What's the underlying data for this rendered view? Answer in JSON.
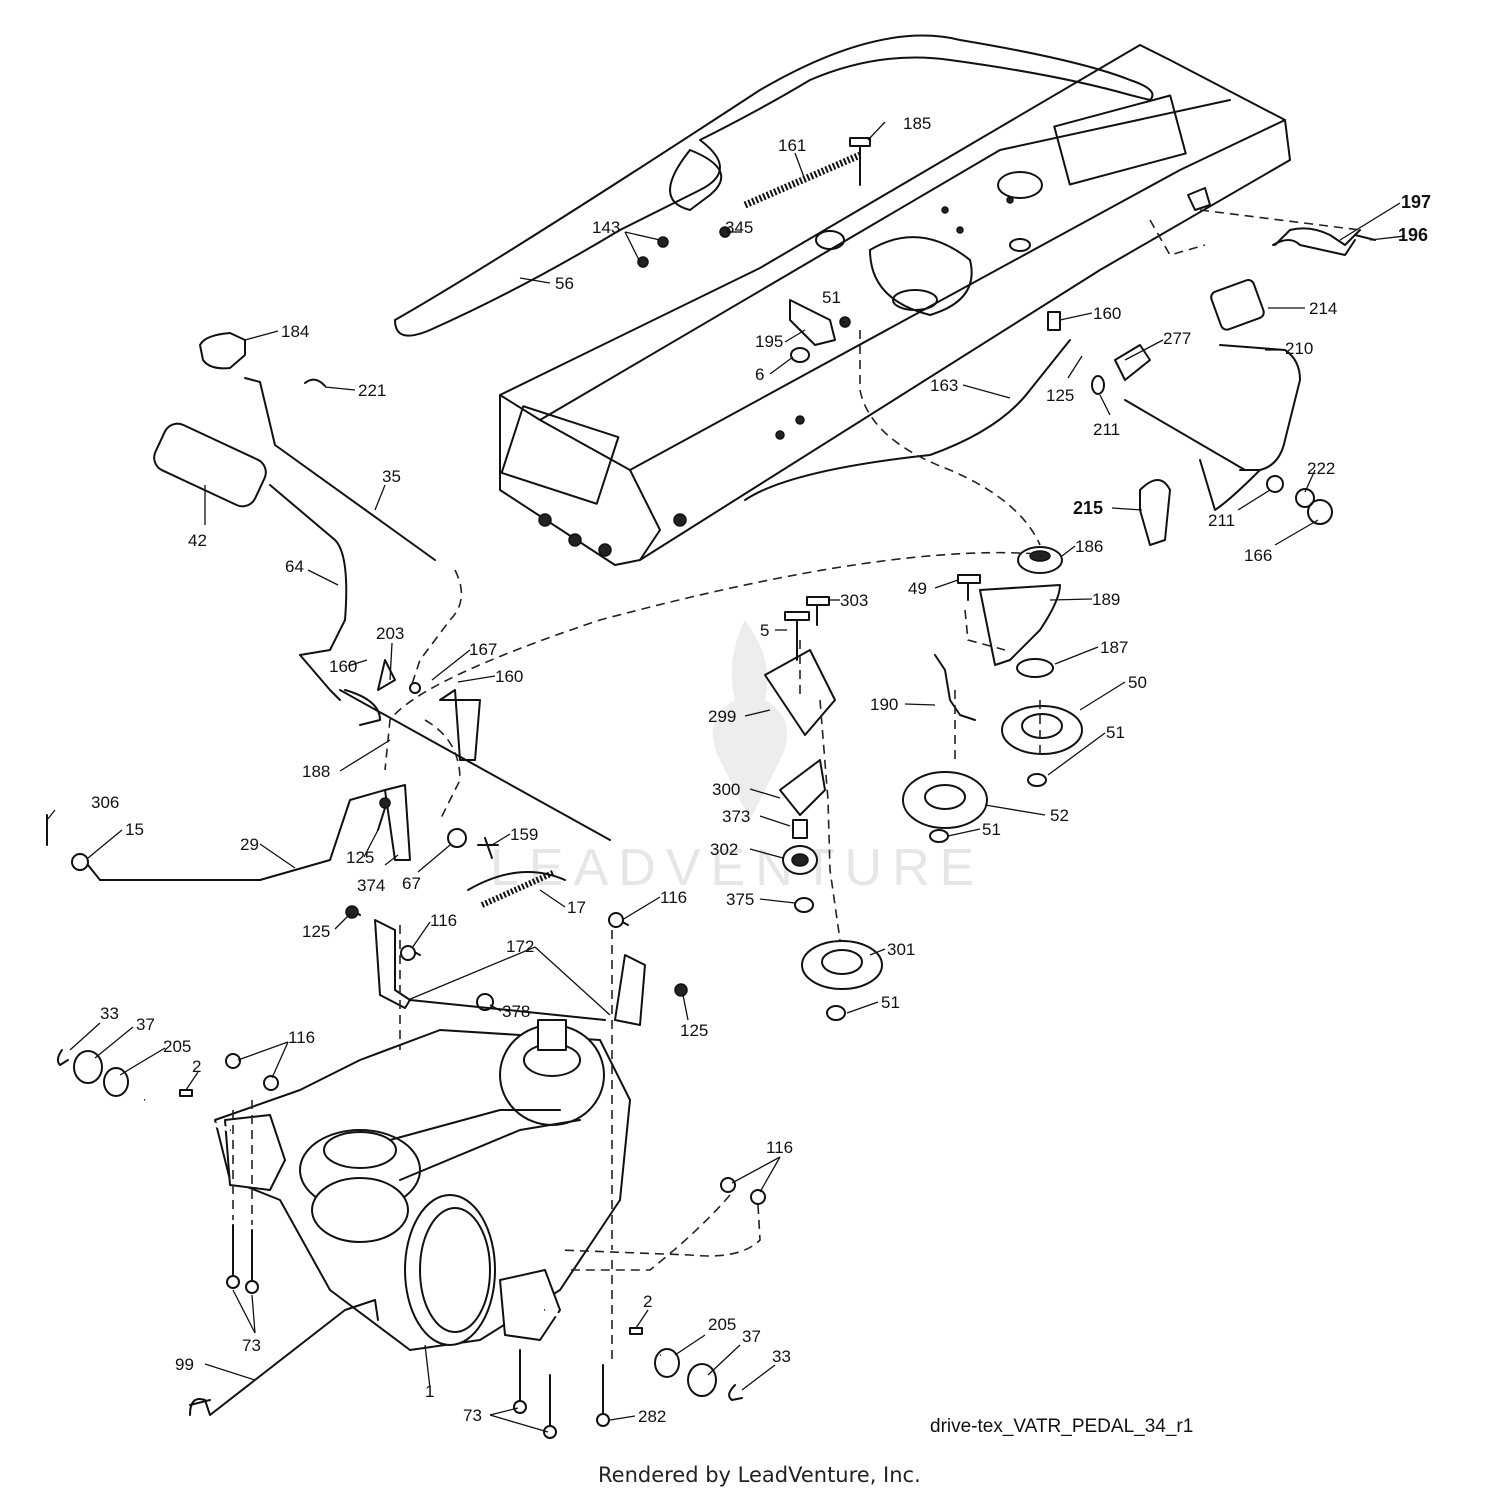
{
  "diagram": {
    "drawing_id": "drive-tex_VATR_PEDAL_34_r1",
    "credit": "Rendered by LeadVenture, Inc.",
    "watermark": "LEADVENTURE",
    "callouts": [
      {
        "label": "185"
      },
      {
        "label": "161"
      },
      {
        "label": "345"
      },
      {
        "label": "143"
      },
      {
        "label": "56"
      },
      {
        "label": "51"
      },
      {
        "label": "195"
      },
      {
        "label": "6"
      },
      {
        "label": "184"
      },
      {
        "label": "221"
      },
      {
        "label": "35"
      },
      {
        "label": "42"
      },
      {
        "label": "64"
      },
      {
        "label": "203"
      },
      {
        "label": "167"
      },
      {
        "label": "160"
      },
      {
        "label": "160"
      },
      {
        "label": "160"
      },
      {
        "label": "163"
      },
      {
        "label": "125"
      },
      {
        "label": "277"
      },
      {
        "label": "211"
      },
      {
        "label": "211"
      },
      {
        "label": "210"
      },
      {
        "label": "214"
      },
      {
        "label": "197"
      },
      {
        "label": "196"
      },
      {
        "label": "215"
      },
      {
        "label": "222"
      },
      {
        "label": "166"
      },
      {
        "label": "186"
      },
      {
        "label": "49"
      },
      {
        "label": "189"
      },
      {
        "label": "187"
      },
      {
        "label": "50"
      },
      {
        "label": "51"
      },
      {
        "label": "190"
      },
      {
        "label": "52"
      },
      {
        "label": "51"
      },
      {
        "label": "303"
      },
      {
        "label": "5"
      },
      {
        "label": "299"
      },
      {
        "label": "300"
      },
      {
        "label": "373"
      },
      {
        "label": "302"
      },
      {
        "label": "375"
      },
      {
        "label": "301"
      },
      {
        "label": "51"
      },
      {
        "label": "188"
      },
      {
        "label": "306"
      },
      {
        "label": "15"
      },
      {
        "label": "29"
      },
      {
        "label": "125"
      },
      {
        "label": "374"
      },
      {
        "label": "67"
      },
      {
        "label": "159"
      },
      {
        "label": "17"
      },
      {
        "label": "125"
      },
      {
        "label": "116"
      },
      {
        "label": "116"
      },
      {
        "label": "172"
      },
      {
        "label": "378"
      },
      {
        "label": "125"
      },
      {
        "label": "33"
      },
      {
        "label": "37"
      },
      {
        "label": "205"
      },
      {
        "label": "2"
      },
      {
        "label": "116"
      },
      {
        "label": "116"
      },
      {
        "label": "73"
      },
      {
        "label": "99"
      },
      {
        "label": "1"
      },
      {
        "label": "2"
      },
      {
        "label": "205"
      },
      {
        "label": "37"
      },
      {
        "label": "33"
      },
      {
        "label": "73"
      },
      {
        "label": "282"
      }
    ]
  }
}
